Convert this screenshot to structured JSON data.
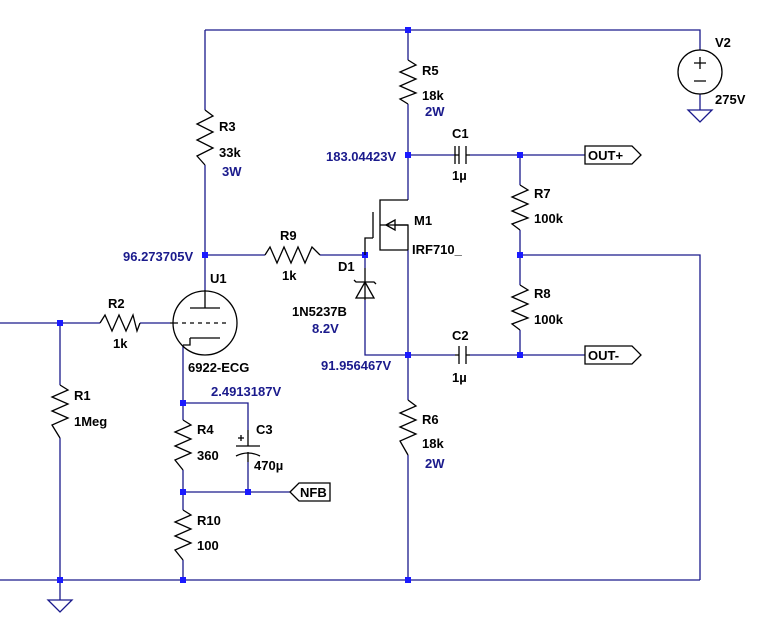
{
  "components": {
    "V2": {
      "ref": "V2",
      "value": "275V"
    },
    "R5": {
      "ref": "R5",
      "value": "18k",
      "power": "2W"
    },
    "R3": {
      "ref": "R3",
      "value": "33k",
      "power": "3W"
    },
    "C1": {
      "ref": "C1",
      "value": "1µ"
    },
    "R7": {
      "ref": "R7",
      "value": "100k"
    },
    "M1": {
      "ref": "M1",
      "value": "IRF710_"
    },
    "R9": {
      "ref": "R9",
      "value": "1k"
    },
    "D1": {
      "ref": "D1",
      "value": "1N5237B",
      "rating": "8.2V"
    },
    "U1": {
      "ref": "U1",
      "value": "6922-ECG"
    },
    "R2": {
      "ref": "R2",
      "value": "1k"
    },
    "R8": {
      "ref": "R8",
      "value": "100k"
    },
    "C2": {
      "ref": "C2",
      "value": "1µ"
    },
    "R1": {
      "ref": "R1",
      "value": "1Meg"
    },
    "R4": {
      "ref": "R4",
      "value": "360"
    },
    "C3": {
      "ref": "C3",
      "value": "470µ"
    },
    "R6": {
      "ref": "R6",
      "value": "18k",
      "power": "2W"
    },
    "R10": {
      "ref": "R10",
      "value": "100"
    }
  },
  "node_voltages": {
    "mosfet_drain": "183.04423V",
    "triode_plate": "96.273705V",
    "mosfet_source": "91.956467V",
    "cathode": "2.4913187V"
  },
  "ports": {
    "out_plus": "OUT+",
    "out_minus": "OUT-",
    "nfb": "NFB"
  },
  "colors": {
    "wire": "#1a1a8c",
    "junction": "#1a1aff",
    "component": "#000000",
    "voltage_label": "#1a1a8c"
  }
}
